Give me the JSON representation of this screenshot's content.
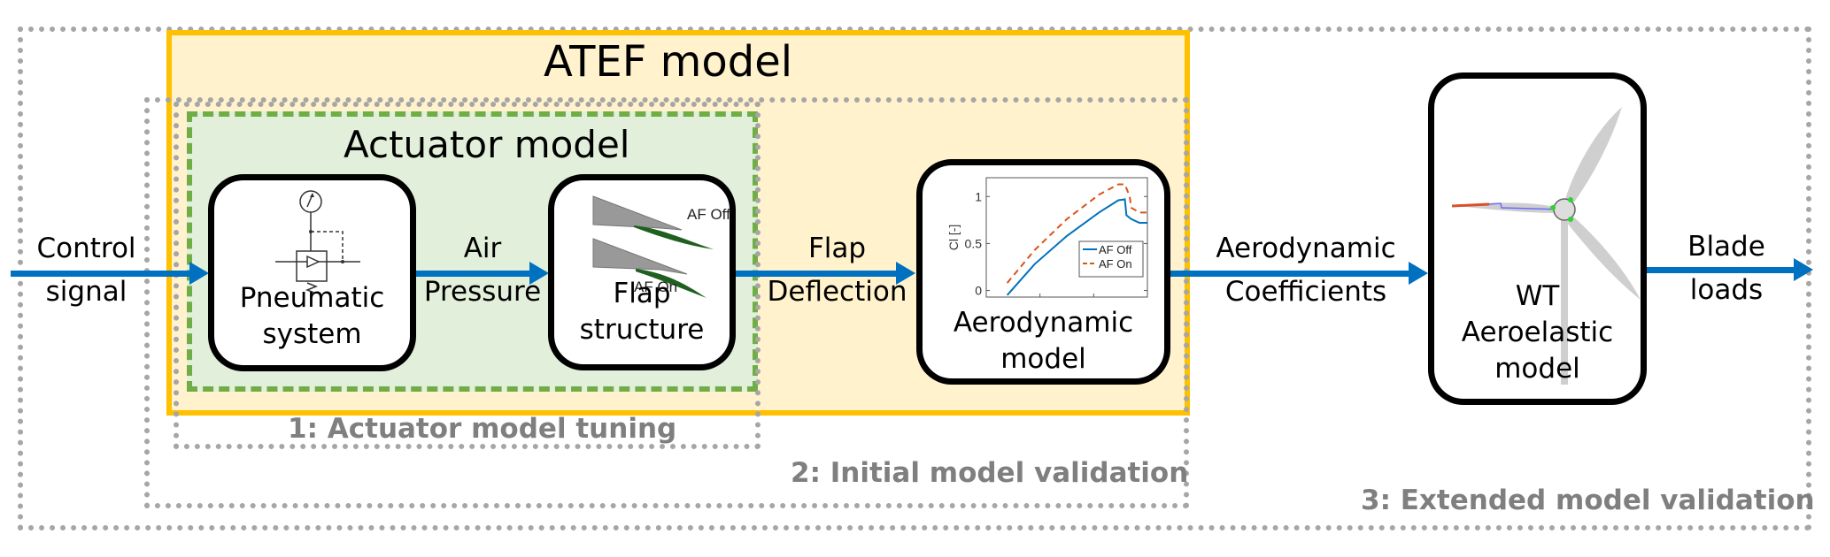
{
  "diagram": {
    "atef_title": "ATEF model",
    "actuator_title": "Actuator model",
    "regions": {
      "r1": "1: Actuator model tuning",
      "r2": "2: Initial model validation",
      "r3": "3: Extended model validation"
    },
    "blocks": {
      "pneumatic": [
        "Pneumatic",
        "system"
      ],
      "flap": [
        "Flap",
        "structure"
      ],
      "aero": [
        "Aerodynamic",
        "model"
      ],
      "wt": [
        "WT",
        "Aeroelastic",
        "model"
      ]
    },
    "flap_icon_labels": {
      "off": "AF Off",
      "on": "AF On"
    },
    "signals": {
      "control": [
        "Control",
        "signal"
      ],
      "air": [
        "Air",
        "Pressure"
      ],
      "flap": [
        "Flap",
        "Deflection"
      ],
      "aero": [
        "Aerodynamic",
        "Coefficients"
      ],
      "loads": [
        "Blade",
        "loads"
      ]
    },
    "colors": {
      "arrow": "#0070c0",
      "atef_border": "#ffc000",
      "atef_fill": "#fff2cc",
      "actuator_border": "#70ad47",
      "actuator_fill": "#e2efda",
      "region_dotted": "#a6a6a6",
      "af_off": "#0072bd",
      "af_on": "#d95319"
    }
  },
  "chart_data": {
    "type": "line",
    "title": "",
    "xlabel": "",
    "ylabel": "Cl [-]",
    "yticks": [
      "0",
      "0.5",
      "1"
    ],
    "ylim": [
      -0.07,
      1.2
    ],
    "xlim": [
      0,
      10
    ],
    "legend": {
      "position": "center-right",
      "entries": [
        "AF Off",
        "AF On"
      ]
    },
    "series": [
      {
        "name": "AF Off",
        "style": "solid",
        "x": [
          1.3,
          3,
          5,
          7,
          8.2,
          8.6,
          8.7,
          9.0,
          9.5,
          10
        ],
        "y": [
          -0.05,
          0.28,
          0.58,
          0.83,
          0.96,
          0.97,
          0.8,
          0.76,
          0.72,
          0.72
        ]
      },
      {
        "name": "AF On",
        "style": "dashed",
        "x": [
          1.3,
          3,
          5,
          7,
          8.2,
          8.6,
          8.9,
          9.0,
          9.5,
          10
        ],
        "y": [
          0.08,
          0.43,
          0.76,
          1.02,
          1.13,
          1.13,
          1.0,
          0.88,
          0.83,
          0.83
        ]
      }
    ]
  }
}
